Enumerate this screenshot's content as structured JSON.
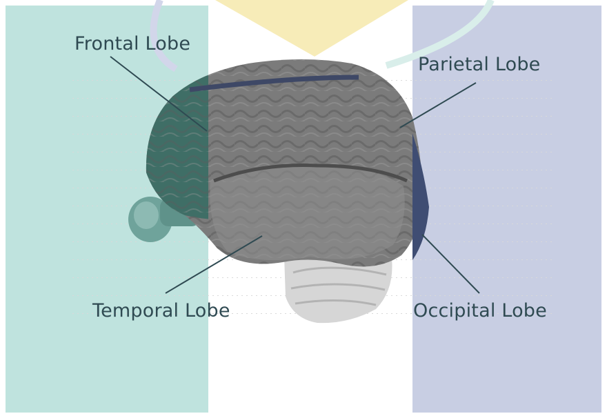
{
  "diagram": {
    "labels": {
      "frontal": "Frontal Lobe",
      "parietal": "Parietal Lobe",
      "temporal": "Temporal Lobe",
      "occipital": "Occipital Lobe"
    }
  },
  "colors": {
    "frontal_panel": "#bfe3de",
    "occipital_panel": "#c8cee3",
    "top_wedge": "#f7ecb8",
    "brain_gray": "#7b7b7b",
    "frontal_lobe": "#3f6e66",
    "occipital_lobe": "#3f4d73",
    "cerebellum": "#d6d6d6",
    "label_text": "#2f4a52"
  }
}
